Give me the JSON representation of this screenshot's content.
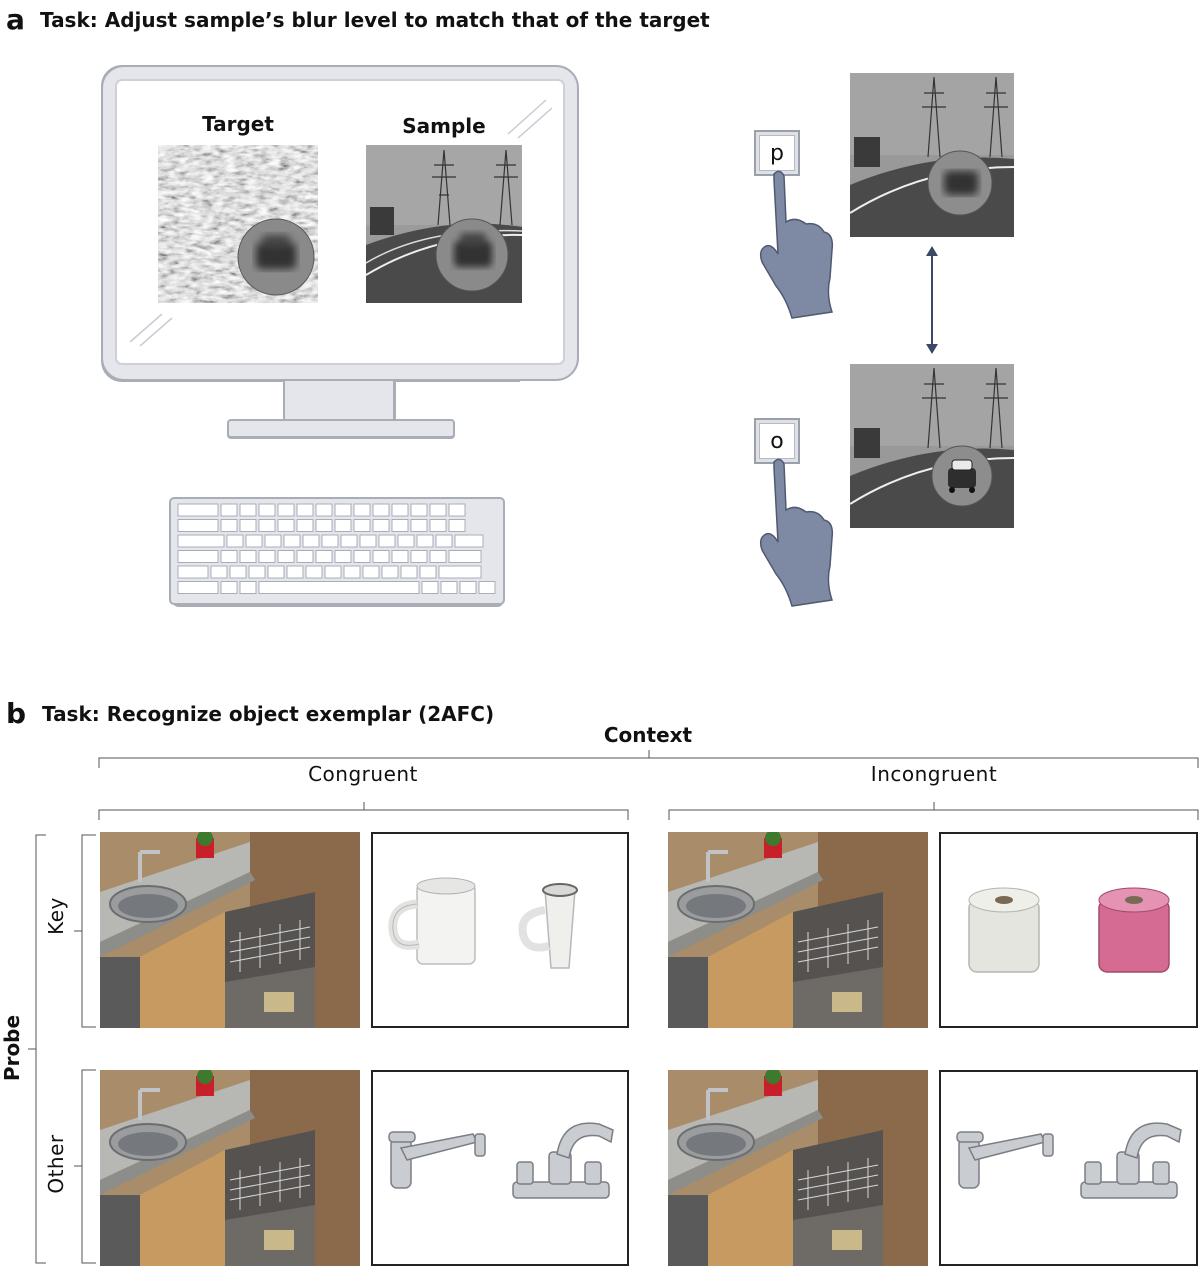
{
  "panel_a": {
    "letter": "a",
    "title": "Task: Adjust sample’s blur level to match that of the target",
    "target_label": "Target",
    "sample_label": "Sample",
    "key_up": "p",
    "key_down": "o"
  },
  "panel_b": {
    "letter": "b",
    "title": "Task: Recognize object exemplar (2AFC)",
    "context_label": "Context",
    "congruent_label": "Congruent",
    "incongruent_label": "Incongruent",
    "probe_label": "Probe",
    "key_label": "Key",
    "other_label": "Other"
  },
  "colors": {
    "monitor_frame": "#e4e6ec",
    "monitor_outline": "#a9adb8",
    "hand": "#7e8aa3",
    "arrow": "#3a4a66"
  }
}
